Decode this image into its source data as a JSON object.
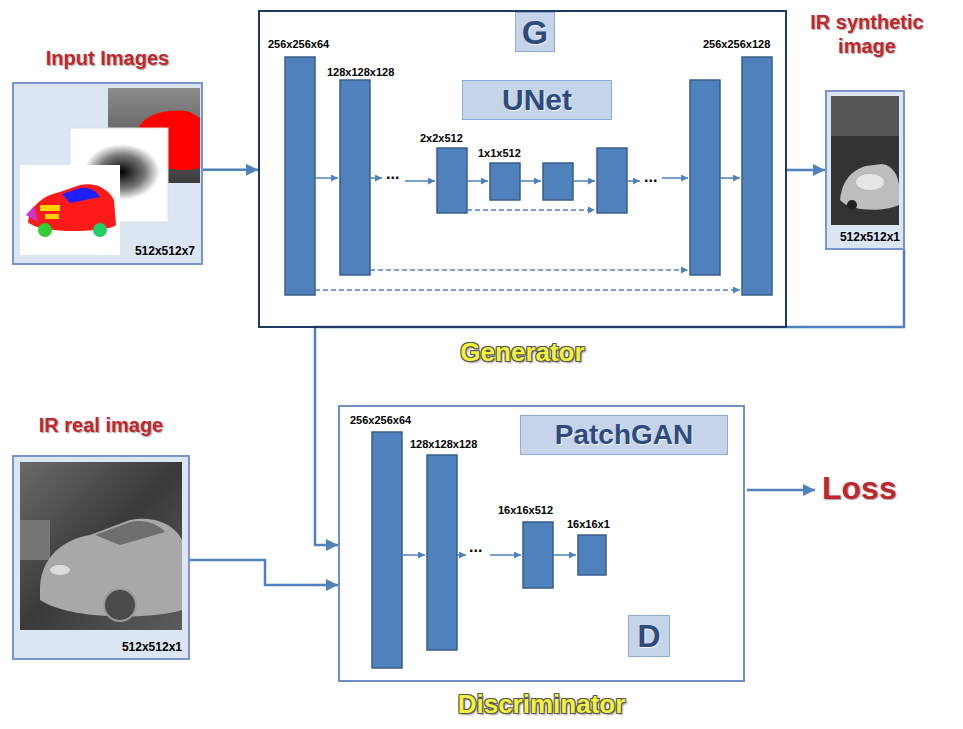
{
  "diagram": {
    "nodes": [
      {
        "text": [
          "Input Images",
          "512x512x7"
        ]
      },
      {
        "text": [
          "Generator"
        ]
      },
      {
        "text": [
          "G"
        ],
        "in": 1
      },
      {
        "text": [
          "UNet"
        ],
        "in": 1
      },
      {
        "text": [
          "IR synthetic image",
          "512x512x1"
        ]
      },
      {
        "text": [
          "IR real image",
          "512x512x1"
        ]
      },
      {
        "text": [
          "Discriminator"
        ]
      },
      {
        "text": [
          "PatchGAN"
        ],
        "in": 6
      },
      {
        "text": [
          "D"
        ],
        "in": 6
      }
    ],
    "edges": [
      {
        "from": 0,
        "to": 1,
        "arrow": "to"
      },
      {
        "from": 1,
        "to": 4,
        "arrow": "to"
      },
      {
        "from": 4,
        "to": 6,
        "arrow": "to"
      },
      {
        "from": 5,
        "to": 6,
        "arrow": "to"
      }
    ],
    "labels": [
      "256x256x64",
      "128x128x128",
      "...",
      "2x2x512",
      "1x1x512",
      "...",
      "256x256x128",
      "256x256x64",
      "128x128x128",
      "...",
      "16x16x512",
      "16x16x1",
      "Loss"
    ]
  }
}
